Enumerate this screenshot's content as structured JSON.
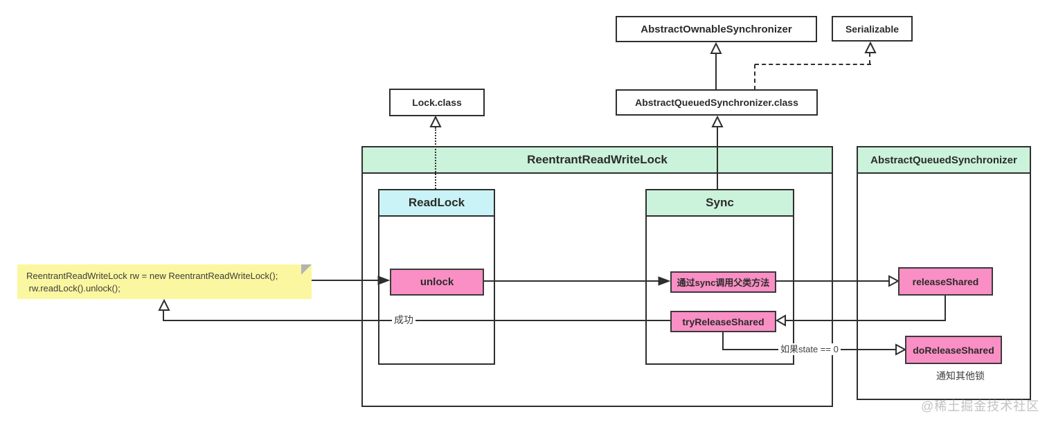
{
  "colors": {
    "header_green": "#cbf2da",
    "header_cyan": "#c9f3f6",
    "method_pink": "#f98fc4",
    "note_yellow": "#fbf7a0",
    "line": "#2e2e2e",
    "watermark_gray": "#c2c2c2"
  },
  "classes": {
    "abstract_ownable_synchronizer": "AbstractOwnableSynchronizer",
    "serializable": "Serializable",
    "lock_class": "Lock.class",
    "aqs_class": "AbstractQueuedSynchronizer.class",
    "reentrant_read_write_lock": "ReentrantReadWriteLock",
    "read_lock": "ReadLock",
    "sync": "Sync",
    "abstract_queued_synchronizer": "AbstractQueuedSynchronizer"
  },
  "methods": {
    "unlock": "unlock",
    "call_parent_via_sync": "通过sync调用父类方法",
    "try_release_shared": "tryReleaseShared",
    "release_shared": "releaseShared",
    "do_release_shared": "doReleaseShared"
  },
  "code_note": {
    "line1": "ReentrantReadWriteLock rw = new ReentrantReadWriteLock();",
    "line2": " rw.readLock().unlock();"
  },
  "edge_labels": {
    "success": "成功",
    "if_state_zero": "如果state == 0",
    "notify_other_locks": "通知其他锁"
  },
  "watermark": "@稀土掘金技术社区"
}
